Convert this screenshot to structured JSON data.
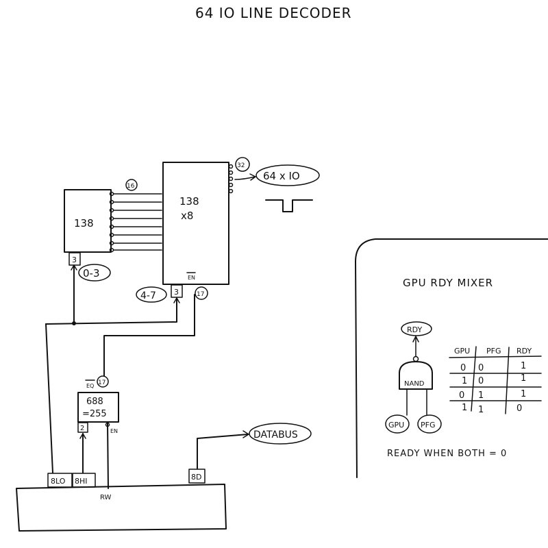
{
  "title": "64 IO LINE DECODER",
  "chips": {
    "decoder_a": {
      "label": "138",
      "pin_in": "3",
      "range": "0-3"
    },
    "decoder_b": {
      "label_line1": "138",
      "label_line2": "x8",
      "pin_in": "3",
      "pin_en": "17",
      "en_label": "EN",
      "range": "4-7",
      "out_count": "32",
      "out_label": "64 x IO"
    },
    "comparator": {
      "line1": "688",
      "line2": "=255",
      "pin_eq": "17",
      "eq_label": "EQ",
      "pin_in": "2",
      "en_label": "EN"
    },
    "bus_count": "16"
  },
  "bus": {
    "label_rw": "RW",
    "port_8lo": "8LO",
    "port_8hi": "8HI",
    "port_8d": "8D",
    "databus": "DATABUS"
  },
  "panel": {
    "title": "GPU RDY MIXER",
    "gate_label": "NAND",
    "out_label": "RDY",
    "in1_label": "GPU",
    "in2_label": "PFG",
    "note": "READY WHEN BOTH = 0",
    "table": {
      "headers": [
        "GPU",
        "PFG",
        "RDY"
      ],
      "rows": [
        [
          "0",
          "0",
          "1"
        ],
        [
          "1",
          "0",
          "1"
        ],
        [
          "0",
          "1",
          "1"
        ],
        [
          "1",
          "1",
          "0"
        ]
      ]
    }
  }
}
